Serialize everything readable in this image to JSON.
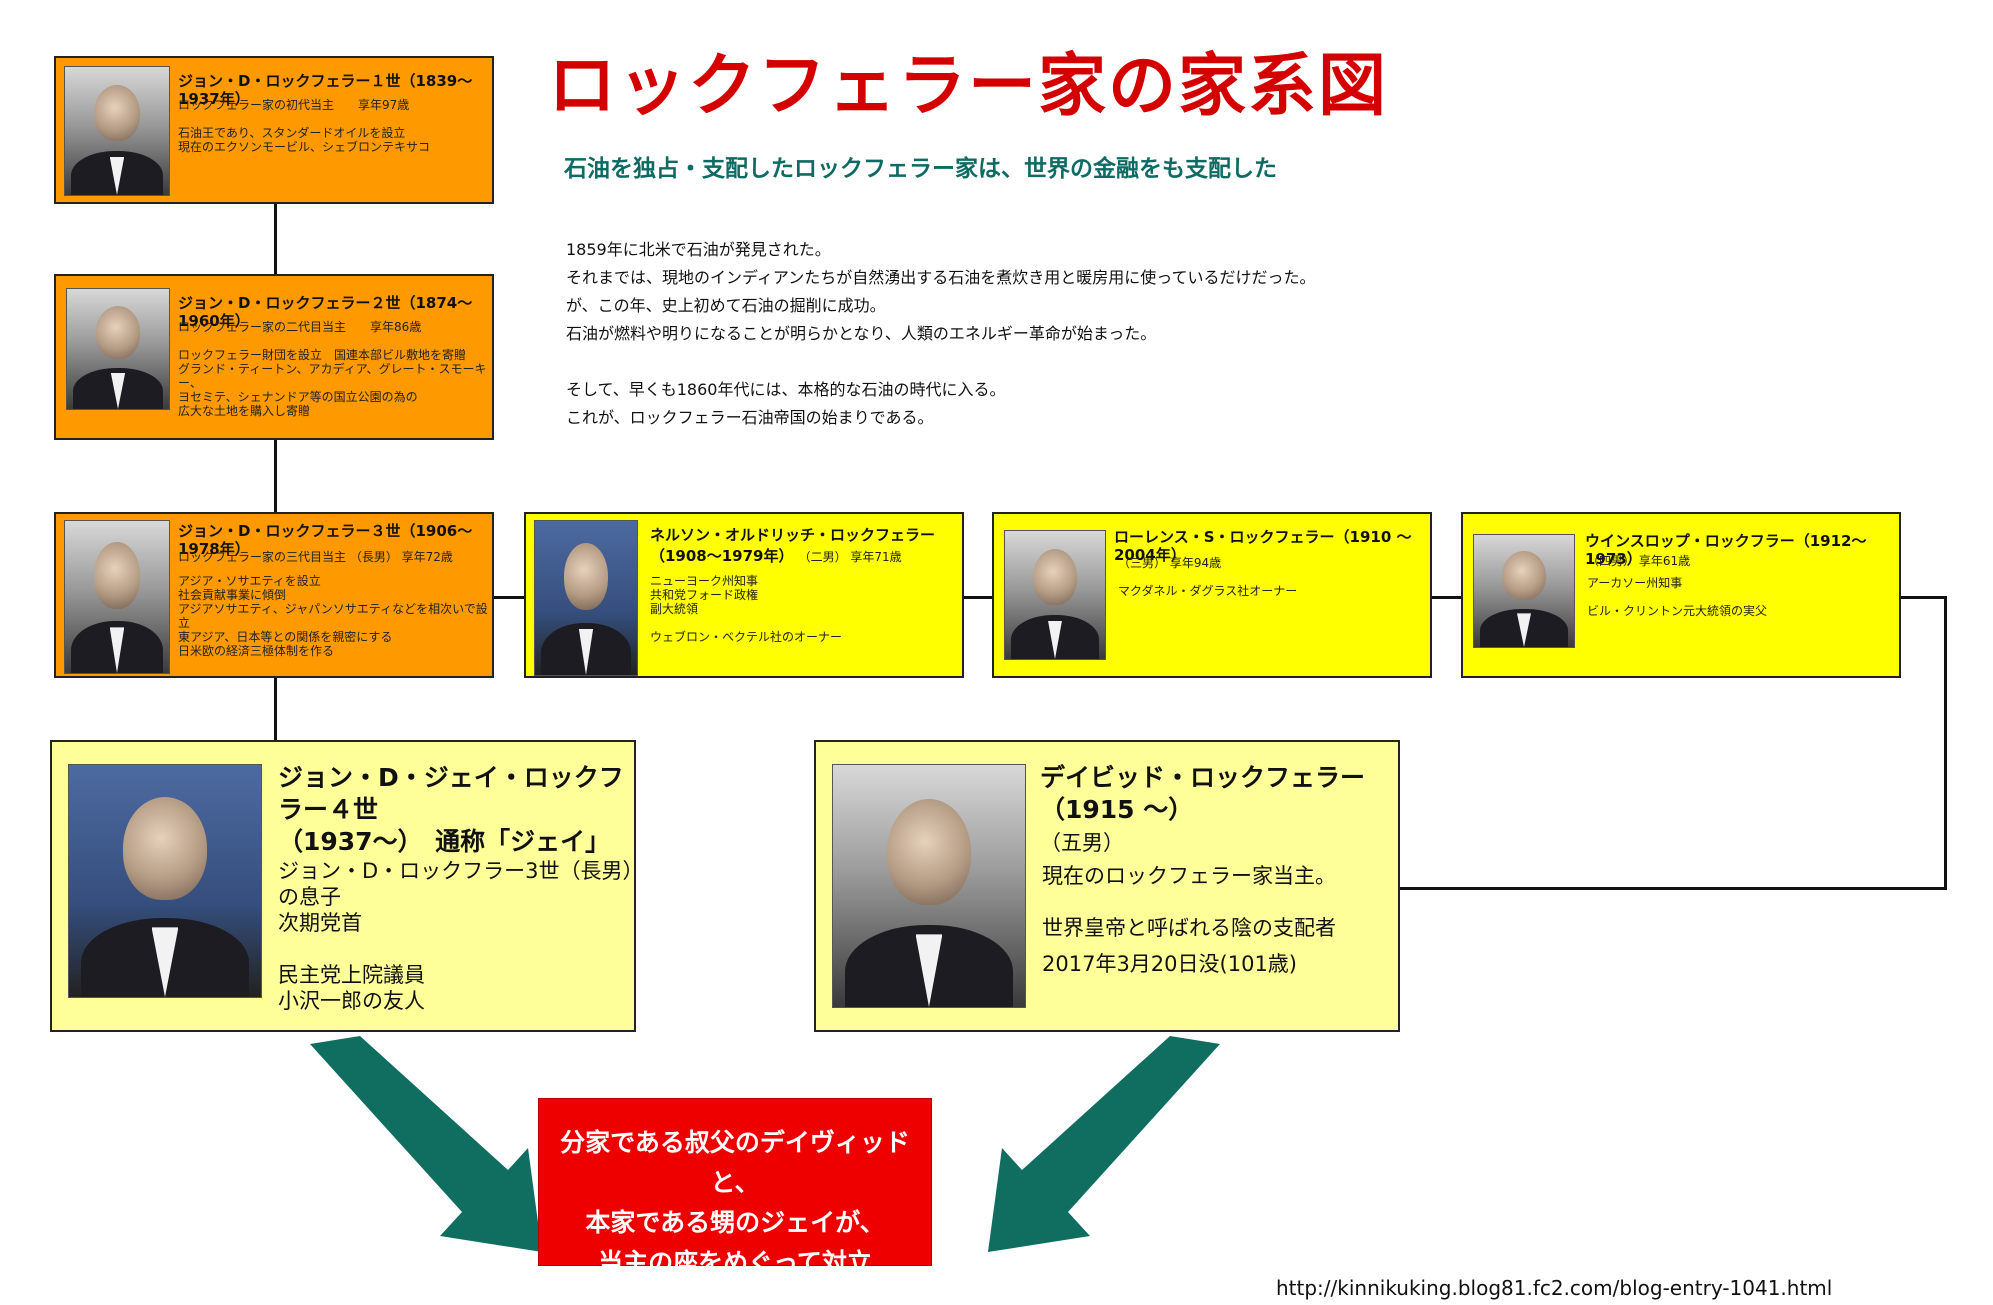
{
  "title": "ロックフェラー家の家系図",
  "subtitle": "石油を独占・支配したロックフェラー家は、世界の金融をも支配した",
  "intro": [
    "1859年に北米で石油が発見された。",
    "それまでは、現地のインディアンたちが自然湧出する石油を煮炊き用と暖房用に使っているだけだった。",
    "が、この年、史上初めて石油の掘削に成功。",
    "石油が燃料や明りになることが明らかとなり、人類のエネルギー革命が始まった。",
    "",
    "そして、早くも1860年代には、本格的な石油の時代に入る。",
    "これが、ロックフェラー石油帝国の始まりである。"
  ],
  "colors": {
    "title": "#d40000",
    "subtitle": "#0e6b63",
    "orange_box": "#fe9a00",
    "yellow_box": "#ffff00",
    "pale_box": "#ffff99",
    "arrow": "#106e60",
    "conflict_box": "#ee0000"
  },
  "people": {
    "jdr1": {
      "name": "ジョン・D・ロックフェラー１世（1839～1937年）",
      "lines": [
        "ロックフェラー家の初代当主　　享年97歳",
        "",
        "石油王であり、スタンダードオイルを設立",
        "現在のエクソンモービル、シェブロンテキサコ"
      ],
      "photo_icon": "portrait-photo"
    },
    "jdr2": {
      "name": "ジョン・D・ロックフェラー２世（1874～1960年）",
      "lines": [
        "ロックフェラー家の二代目当主　　享年86歳",
        "",
        "ロックフェラー財団を設立　国連本部ビル敷地を寄贈",
        "グランド・ティートン、アカディア、グレート・スモーキー、",
        "ヨセミテ、シェナンドア等の国立公園の為の",
        "広大な土地を購入し寄贈"
      ],
      "photo_icon": "portrait-photo"
    },
    "jdr3": {
      "name": "ジョン・D・ロックフェラー３世（1906～1978年）",
      "lines": [
        "ロックフェラー家の三代目当主 （長男） 享年72歳",
        "",
        "アジア・ソサエティを設立",
        "社会貢献事業に傾倒",
        "アジアソサエティ、ジャパンソサエティなどを相次いで設立",
        "東アジア、日本等との関係を親密にする",
        "日米欧の経済三極体制を作る"
      ],
      "photo_icon": "portrait-photo"
    },
    "nelson": {
      "name": "ネルソン・オルドリッチ・ロックフェラー",
      "sub": "（1908～1979年）",
      "sub_note": "（二男） 享年71歳",
      "lines": [
        "ニューヨーク州知事",
        "共和党フォード政権",
        "副大統領",
        "",
        "ウェブロン・ベクテル社のオーナー"
      ],
      "photo_icon": "portrait-photo"
    },
    "laurance": {
      "name": "ローレンス・S・ロックフェラー（1910 ～2004年）",
      "lines": [
        "（三男） 享年94歳",
        "",
        "マクダネル・ダグラス社オーナー"
      ],
      "photo_icon": "portrait-photo"
    },
    "winthrop": {
      "name": "ウインスロップ・ロックフラー（1912～1973）",
      "lines": [
        "（四男） 享年61歳",
        "",
        "アーカソー州知事",
        "",
        "ビル・クリントン元大統領の実父"
      ],
      "photo_icon": "portrait-photo"
    },
    "jay": {
      "name_lines": [
        "ジョン・D・ジェイ・ロックフラー４世",
        "（1937～）　通称「ジェイ」"
      ],
      "lines": [
        "ジョン・D・ロックフラー3世（長男）の息子",
        "次期党首",
        "",
        "民主党上院議員",
        "小沢一郎の友人"
      ],
      "photo_icon": "portrait-photo"
    },
    "david": {
      "name_lines": [
        "デイビッド・ロックフェラー（1915 ～）",
        "（五男）"
      ],
      "lines": [
        "現在のロックフェラー家当主。",
        "",
        "世界皇帝と呼ばれる陰の支配者",
        " 2017年3月20日没(101歳)"
      ],
      "photo_icon": "portrait-photo"
    }
  },
  "conflict": [
    "分家である叔父のデイヴィッドと、",
    "本家である甥のジェイが、",
    "当主の座をめぐって対立"
  ],
  "source_url": "http://kinnikuking.blog81.fc2.com/blog-entry-1041.html"
}
